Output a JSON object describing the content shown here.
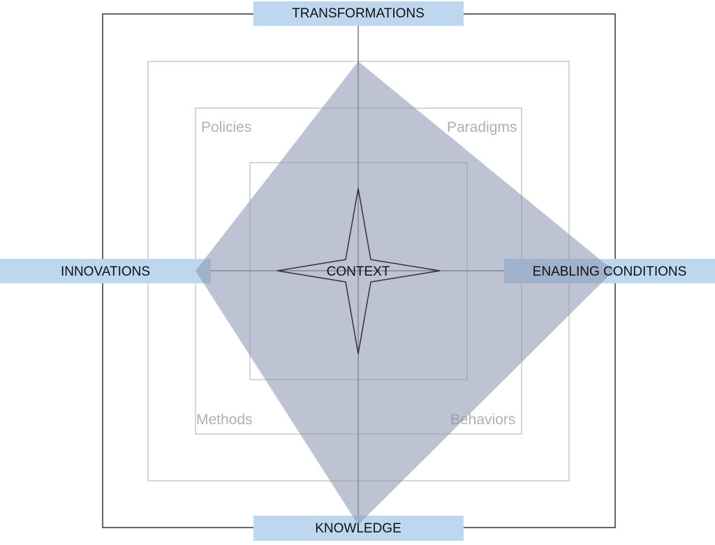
{
  "labels": {
    "top": "TRANSFORMATIONS",
    "bottom": "KNOWLEDGE",
    "left": "INNOVATIONS",
    "right": "ENABLING CONDITIONS",
    "center": "CONTEXT"
  },
  "quadrants": {
    "top_left": "Policies",
    "top_right": "Paradigms",
    "bottom_left": "Methods",
    "bottom_right": "Behaviors"
  },
  "colors": {
    "label_band": "#bdd7ee",
    "label_band_overlap": "#8faadc",
    "diamond_fill": "#8892b0",
    "outer_frame": "#333333",
    "inner_frames": "#c8c8c8",
    "axis_lines": "#333333",
    "quadrant_text": "#b0b0b0"
  }
}
